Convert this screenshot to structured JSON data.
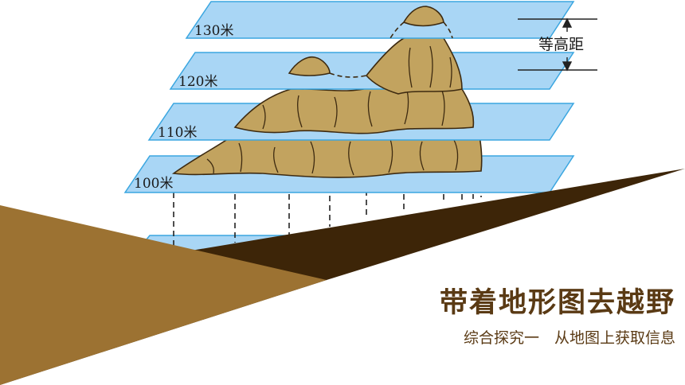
{
  "diagram": {
    "planes": [
      {
        "label": "130米"
      },
      {
        "label": "120米"
      },
      {
        "label": "110米"
      },
      {
        "label": "100米"
      }
    ],
    "interval_label": "等高距",
    "colors": {
      "plane_fill": "#a9d6f5",
      "plane_edge": "#3aa6e0",
      "mountain": "#c2a35f",
      "mountain_line": "#3d2a10",
      "dark_triangle": "#3d2508",
      "gold_triangle": "#9c7232"
    }
  },
  "title": "带着地形图去越野",
  "subtitle": "综合探究一　从地图上获取信息"
}
